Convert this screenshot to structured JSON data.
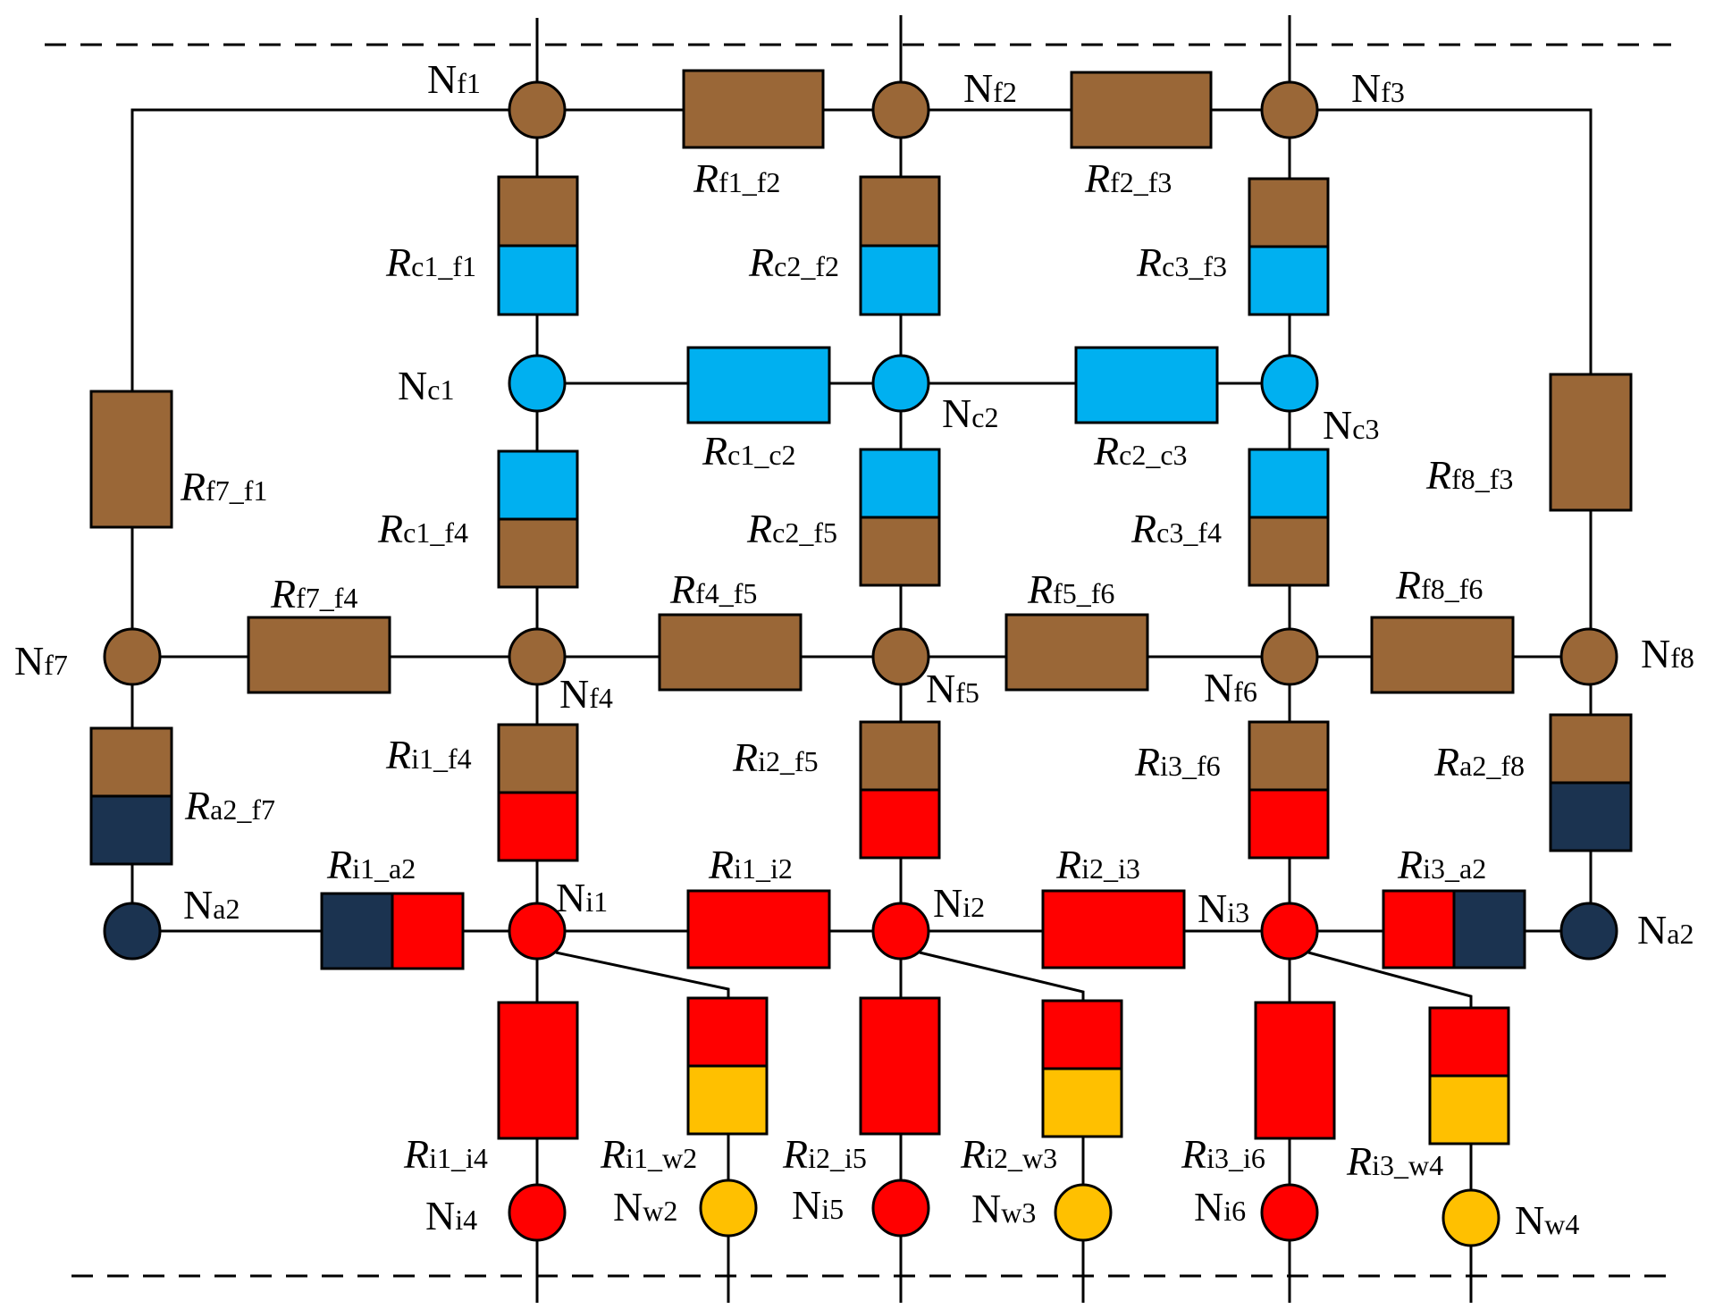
{
  "colors": {
    "brown": "#9a6737",
    "cyan": "#00b0f0",
    "red": "#ff0000",
    "navy": "#1b3350",
    "gold": "#ffc000",
    "line": "#000000"
  },
  "nodes": [
    {
      "id": "f1",
      "main": "N",
      "sub": "f1",
      "color": "brown"
    },
    {
      "id": "f2",
      "main": "N",
      "sub": "f2",
      "color": "brown"
    },
    {
      "id": "f3",
      "main": "N",
      "sub": "f3",
      "color": "brown"
    },
    {
      "id": "c1",
      "main": "N",
      "sub": "c1",
      "color": "cyan"
    },
    {
      "id": "c2",
      "main": "N",
      "sub": "c2",
      "color": "cyan"
    },
    {
      "id": "c3",
      "main": "N",
      "sub": "c3",
      "color": "cyan"
    },
    {
      "id": "f7",
      "main": "N",
      "sub": "f7",
      "color": "brown"
    },
    {
      "id": "f4",
      "main": "N",
      "sub": "f4",
      "color": "brown"
    },
    {
      "id": "f5",
      "main": "N",
      "sub": "f5",
      "color": "brown"
    },
    {
      "id": "f6",
      "main": "N",
      "sub": "f6",
      "color": "brown"
    },
    {
      "id": "f8",
      "main": "N",
      "sub": "f8",
      "color": "brown"
    },
    {
      "id": "a2L",
      "main": "N",
      "sub": "a2",
      "color": "navy"
    },
    {
      "id": "i1",
      "main": "N",
      "sub": "i1",
      "color": "red"
    },
    {
      "id": "i2",
      "main": "N",
      "sub": "i2",
      "color": "red"
    },
    {
      "id": "i3",
      "main": "N",
      "sub": "i3",
      "color": "red"
    },
    {
      "id": "a2R",
      "main": "N",
      "sub": "a2",
      "color": "navy"
    },
    {
      "id": "i4",
      "main": "N",
      "sub": "i4",
      "color": "red"
    },
    {
      "id": "w2",
      "main": "N",
      "sub": "w2",
      "color": "gold"
    },
    {
      "id": "i5",
      "main": "N",
      "sub": "i5",
      "color": "red"
    },
    {
      "id": "w3",
      "main": "N",
      "sub": "w3",
      "color": "gold"
    },
    {
      "id": "i6",
      "main": "N",
      "sub": "i6",
      "color": "red"
    },
    {
      "id": "w4",
      "main": "N",
      "sub": "w4",
      "color": "gold"
    }
  ],
  "resistors": [
    {
      "id": "f1_f2",
      "main": "R",
      "sub": "f1_f2",
      "colors": [
        "brown"
      ]
    },
    {
      "id": "f2_f3",
      "main": "R",
      "sub": "f2_f3",
      "colors": [
        "brown"
      ]
    },
    {
      "id": "c1_f1",
      "main": "R",
      "sub": "c1_f1",
      "colors": [
        "brown",
        "cyan"
      ]
    },
    {
      "id": "c2_f2",
      "main": "R",
      "sub": "c2_f2",
      "colors": [
        "brown",
        "cyan"
      ]
    },
    {
      "id": "c3_f3",
      "main": "R",
      "sub": "c3_f3",
      "colors": [
        "brown",
        "cyan"
      ]
    },
    {
      "id": "c1_c2",
      "main": "R",
      "sub": "c1_c2",
      "colors": [
        "cyan"
      ]
    },
    {
      "id": "c2_c3",
      "main": "R",
      "sub": "c2_c3",
      "colors": [
        "cyan"
      ]
    },
    {
      "id": "f7_f1",
      "main": "R",
      "sub": "f7_f1",
      "colors": [
        "brown"
      ]
    },
    {
      "id": "f8_f3",
      "main": "R",
      "sub": "f8_f3",
      "colors": [
        "brown"
      ]
    },
    {
      "id": "c1_f4",
      "main": "R",
      "sub": "c1_f4",
      "colors": [
        "cyan",
        "brown"
      ]
    },
    {
      "id": "c2_f5",
      "main": "R",
      "sub": "c2_f5",
      "colors": [
        "cyan",
        "brown"
      ]
    },
    {
      "id": "c3_f4",
      "main": "R",
      "sub": "c3_f4",
      "colors": [
        "cyan",
        "brown"
      ]
    },
    {
      "id": "f7_f4",
      "main": "R",
      "sub": "f7_f4",
      "colors": [
        "brown"
      ]
    },
    {
      "id": "f4_f5",
      "main": "R",
      "sub": "f4_f5",
      "colors": [
        "brown"
      ]
    },
    {
      "id": "f5_f6",
      "main": "R",
      "sub": "f5_f6",
      "colors": [
        "brown"
      ]
    },
    {
      "id": "f8_f6",
      "main": "R",
      "sub": "f8_f6",
      "colors": [
        "brown"
      ]
    },
    {
      "id": "a2_f7",
      "main": "R",
      "sub": "a2_f7",
      "colors": [
        "brown",
        "navy"
      ]
    },
    {
      "id": "i1_f4",
      "main": "R",
      "sub": "i1_f4",
      "colors": [
        "brown",
        "red"
      ]
    },
    {
      "id": "i2_f5",
      "main": "R",
      "sub": "i2_f5",
      "colors": [
        "brown",
        "red"
      ]
    },
    {
      "id": "i3_f6",
      "main": "R",
      "sub": "i3_f6",
      "colors": [
        "brown",
        "red"
      ]
    },
    {
      "id": "a2_f8",
      "main": "R",
      "sub": "a2_f8",
      "colors": [
        "brown",
        "navy"
      ]
    },
    {
      "id": "i1_a2",
      "main": "R",
      "sub": "i1_a2",
      "colors": [
        "navy",
        "red"
      ]
    },
    {
      "id": "i1_i2",
      "main": "R",
      "sub": "i1_i2",
      "colors": [
        "red"
      ]
    },
    {
      "id": "i2_i3",
      "main": "R",
      "sub": "i2_i3",
      "colors": [
        "red"
      ]
    },
    {
      "id": "i3_a2",
      "main": "R",
      "sub": "i3_a2",
      "colors": [
        "red",
        "navy"
      ]
    },
    {
      "id": "i1_i4",
      "main": "R",
      "sub": "i1_i4",
      "colors": [
        "red"
      ]
    },
    {
      "id": "i1_w2",
      "main": "R",
      "sub": "i1_w2",
      "colors": [
        "red",
        "gold"
      ]
    },
    {
      "id": "i2_i5",
      "main": "R",
      "sub": "i2_i5",
      "colors": [
        "red"
      ]
    },
    {
      "id": "i2_w3",
      "main": "R",
      "sub": "i2_w3",
      "colors": [
        "red",
        "gold"
      ]
    },
    {
      "id": "i3_i6",
      "main": "R",
      "sub": "i3_i6",
      "colors": [
        "red"
      ]
    },
    {
      "id": "i3_w4",
      "main": "R",
      "sub": "i3_w4",
      "colors": [
        "red",
        "gold"
      ]
    }
  ]
}
